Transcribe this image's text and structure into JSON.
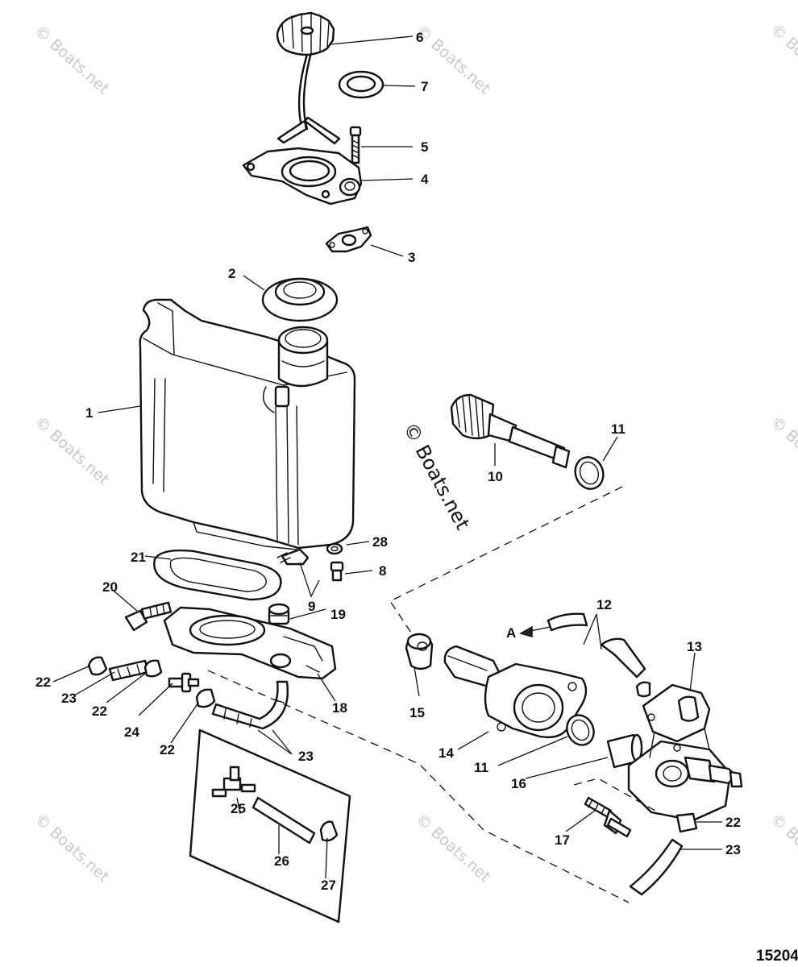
{
  "watermark": "© Boats.net",
  "figure_number": "15204",
  "flow_label": "A",
  "callouts": [
    "1",
    "2",
    "3",
    "4",
    "5",
    "6",
    "7",
    "8",
    "9",
    "10",
    "11",
    "12",
    "13",
    "14",
    "15",
    "16",
    "17",
    "18",
    "19",
    "20",
    "21",
    "22",
    "23",
    "24",
    "25",
    "26",
    "27",
    "28"
  ]
}
